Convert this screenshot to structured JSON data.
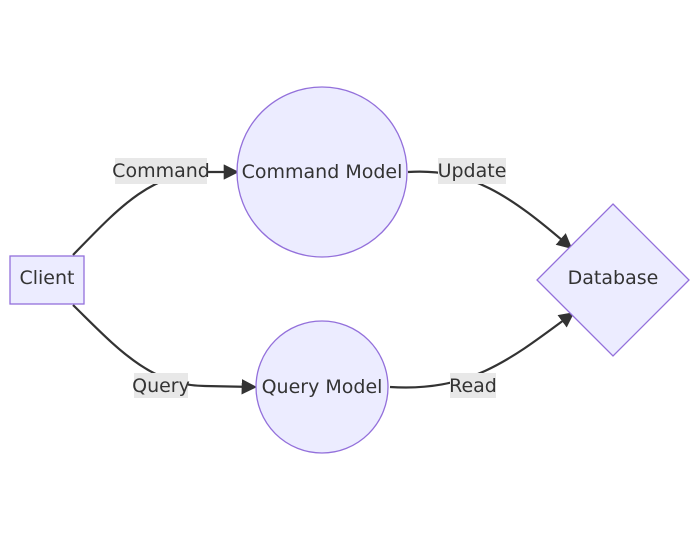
{
  "diagram": {
    "nodes": {
      "client": "Client",
      "command_model": "Command Model",
      "query_model": "Query Model",
      "database": "Database"
    },
    "edges": {
      "command": "Command",
      "query": "Query",
      "update": "Update",
      "read": "Read"
    }
  },
  "colors": {
    "node_fill": "#ececff",
    "node_stroke": "#9370db",
    "edge": "#333333",
    "label_bg": "#e8e8e8"
  }
}
